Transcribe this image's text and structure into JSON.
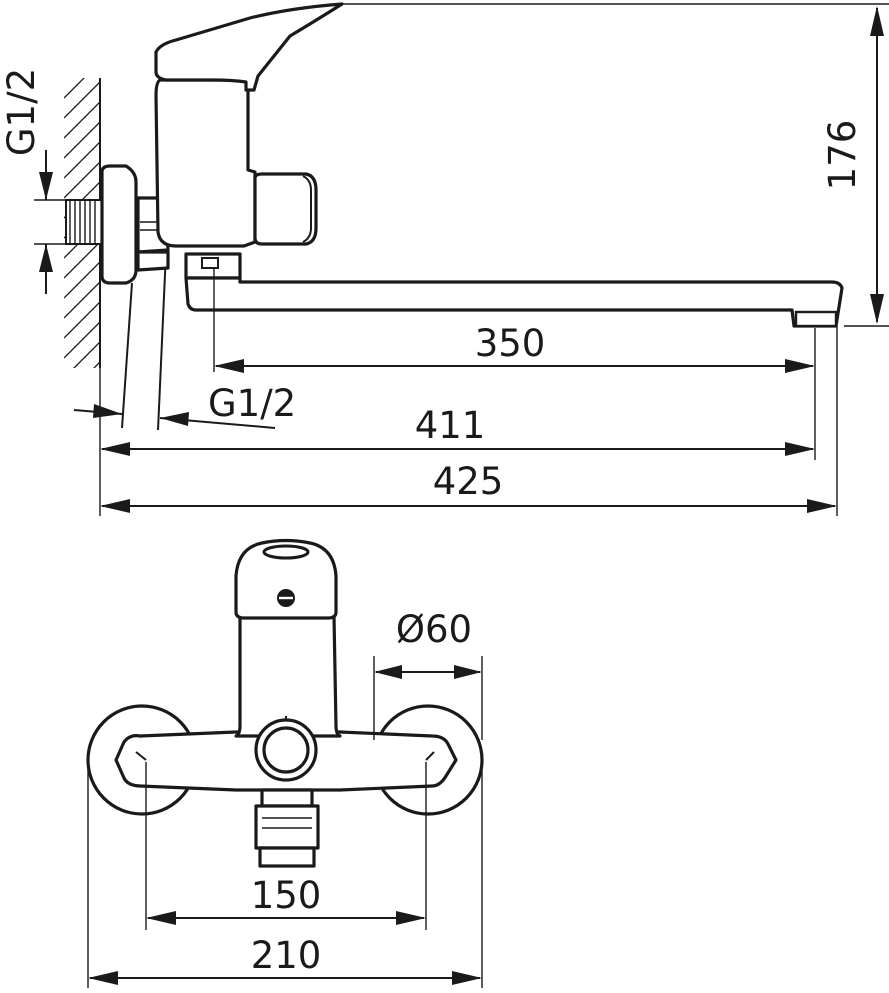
{
  "side_view": {
    "thread_wall_label": "G1/2",
    "thread_bottom_label": "G1/2",
    "height_dim": "176",
    "spout_dim": "350",
    "mid_dim": "411",
    "overall_dim": "425"
  },
  "front_view": {
    "connector_dim": "Ø60",
    "spacing_dim": "150",
    "width_dim": "210"
  }
}
